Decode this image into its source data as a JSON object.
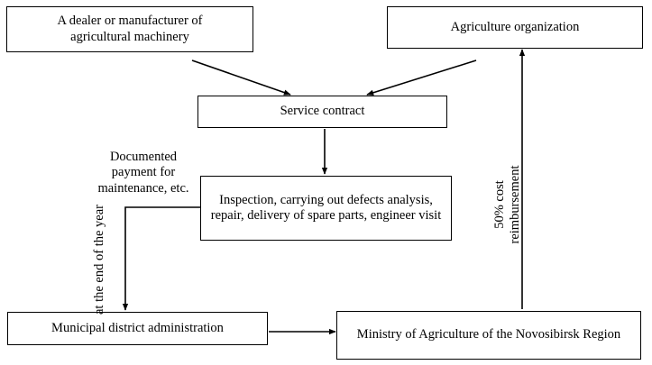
{
  "nodes": {
    "dealer": "A dealer or manufacturer of agricultural machinery",
    "agriculture_org": "Agriculture organization",
    "service_contract": "Service contract",
    "inspection": "Inspection, carrying out defects analysis, repair, delivery of spare parts, engineer visit",
    "municipal": "Municipal district administration",
    "ministry": "Ministry of Agriculture of the Novosibirsk Region"
  },
  "edge_labels": {
    "documented_payment": "Documented payment for maintenance, etc.",
    "end_of_year": "at the end of the year",
    "reimbursement": "50% cost reimbursement"
  }
}
